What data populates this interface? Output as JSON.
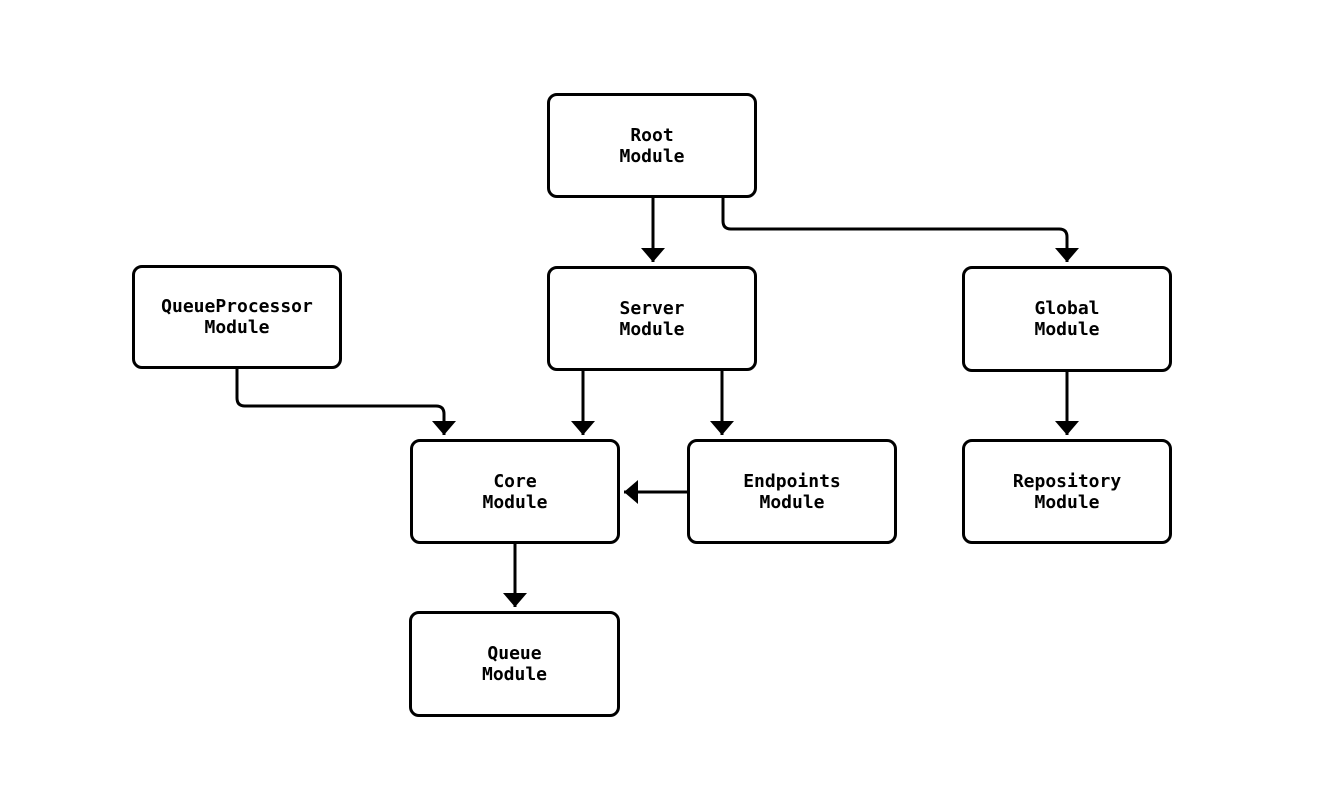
{
  "diagram": {
    "background_color": "#ffffff",
    "node_fill_color": "#ffffff",
    "node_border_color": "#000000",
    "edge_color": "#000000",
    "nodes": {
      "root": {
        "line1": "Root",
        "line2": "Module"
      },
      "queueprocessor": {
        "line1": "QueueProcessor",
        "line2": "Module"
      },
      "server": {
        "line1": "Server",
        "line2": "Module"
      },
      "global": {
        "line1": "Global",
        "line2": "Module"
      },
      "core": {
        "line1": "Core",
        "line2": "Module"
      },
      "endpoints": {
        "line1": "Endpoints",
        "line2": "Module"
      },
      "repository": {
        "line1": "Repository",
        "line2": "Module"
      },
      "queue": {
        "line1": "Queue",
        "line2": "Module"
      }
    },
    "edges": [
      {
        "from": "Root Module",
        "to": "Server Module"
      },
      {
        "from": "Root Module",
        "to": "Global Module"
      },
      {
        "from": "QueueProcessor Module",
        "to": "Core Module"
      },
      {
        "from": "Server Module",
        "to": "Core Module"
      },
      {
        "from": "Server Module",
        "to": "Endpoints Module"
      },
      {
        "from": "Endpoints Module",
        "to": "Core Module"
      },
      {
        "from": "Global Module",
        "to": "Repository Module"
      },
      {
        "from": "Core Module",
        "to": "Queue Module"
      }
    ]
  }
}
